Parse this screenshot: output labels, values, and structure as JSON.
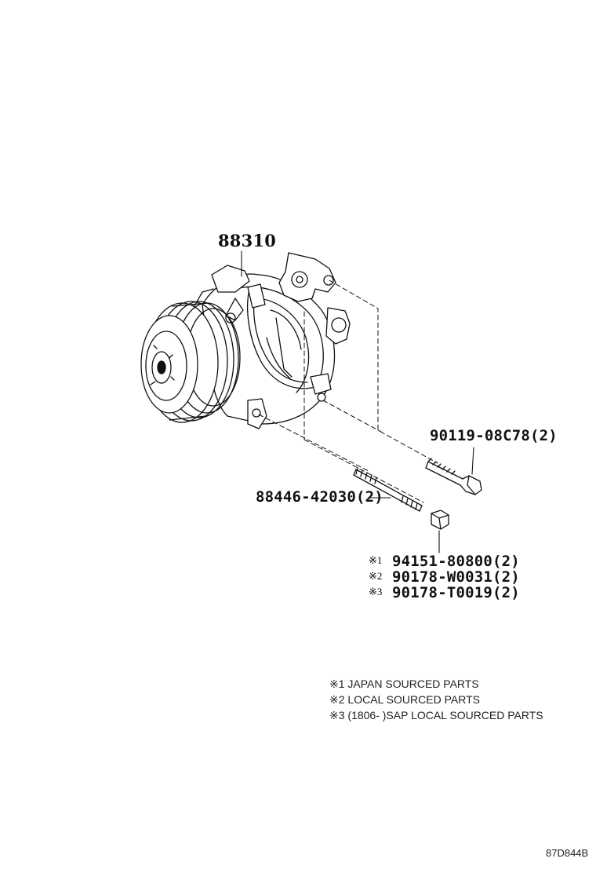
{
  "parts": {
    "compressor": "88310",
    "bolt_upper": "90119-08C78(2)",
    "stud_bolt": "88446-42030(2)",
    "nut_1": {
      "mark": "※1",
      "number": "94151-80800(2)"
    },
    "nut_2": {
      "mark": "※2",
      "number": "90178-W0031(2)"
    },
    "nut_3": {
      "mark": "※3",
      "number": "90178-T0019(2)"
    }
  },
  "notes": [
    "※1 JAPAN SOURCED PARTS",
    "※2 LOCAL SOURCED PARTS",
    "※3 (1806-       )SAP LOCAL SOURCED PARTS"
  ],
  "illustration_code": "87D844B"
}
